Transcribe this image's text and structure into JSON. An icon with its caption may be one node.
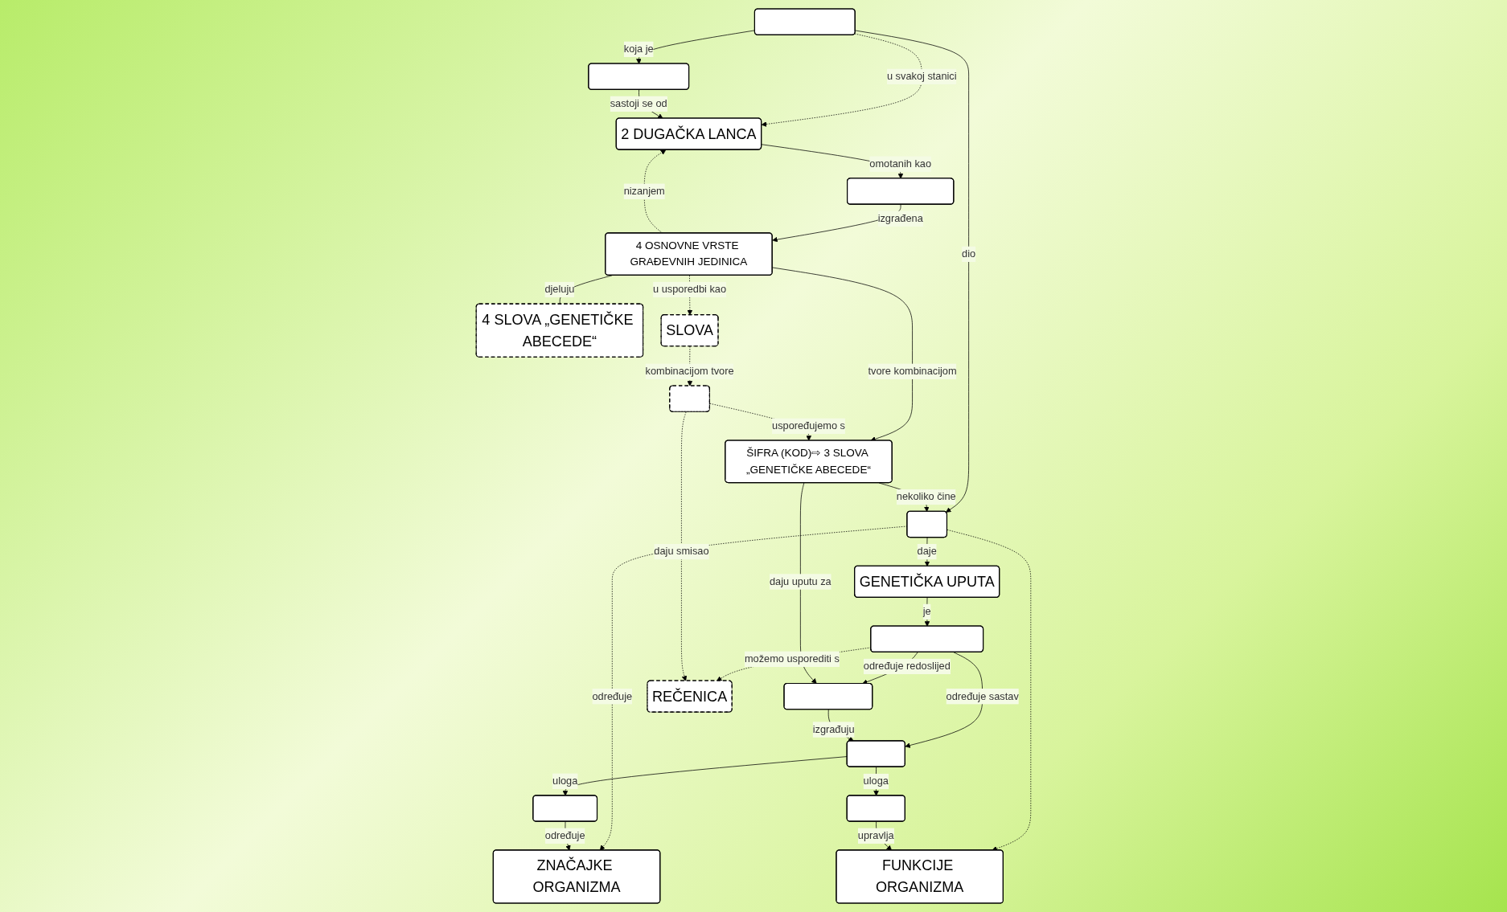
{
  "diagram": {
    "nodes": [
      {
        "text": [],
        "shape": "box"
      },
      {
        "text": [],
        "shape": "box"
      },
      {
        "text": [],
        "shape": "box"
      },
      {
        "text": [],
        "shape": "box"
      },
      {
        "text": [
          "GENETIČKA UPUTA"
        ]
      },
      {
        "text": [
          "2 DUGAČKA LANCA"
        ]
      },
      {
        "text": [],
        "shape": "box"
      },
      {
        "text": [],
        "shape": "box"
      },
      {
        "text": [
          "ŠIFRA (KOD)⇨ 3 SLOVA „GENETIČKE ABECEDE“"
        ]
      },
      {
        "text": [
          "4 OSNOVNE VRSTE GRAĐEVNIH JEDINICA"
        ]
      },
      {
        "text": [],
        "shape": "box"
      },
      {
        "text": [],
        "shape": "box"
      },
      {
        "text": [
          "ZNAČAJKE ORGANIZMA"
        ]
      },
      {
        "text": [],
        "shape": "box"
      },
      {
        "text": [
          "4 SLOVA „GENETIČKE ABECEDE“"
        ]
      },
      {
        "text": [],
        "shape": "box"
      },
      {
        "text": [
          "FUNKCIJE ORGANIZMA"
        ]
      },
      {
        "text": [
          "SLOVA"
        ]
      },
      {
        "text": [
          "REČENICA"
        ]
      }
    ],
    "edges": [
      {
        "from": 0,
        "to": 2,
        "arrow": "to",
        "label": "dio"
      },
      {
        "from": 0,
        "to": 3,
        "arrow": "to",
        "label": "koja je"
      },
      {
        "from": 0,
        "to": 5,
        "arrow": "to",
        "label": "u svakoj stanici",
        "style": "dashed"
      },
      {
        "from": 2,
        "to": 4,
        "arrow": "to",
        "label": "daje"
      },
      {
        "from": 4,
        "to": 1,
        "arrow": "to",
        "label": "je"
      },
      {
        "from": 1,
        "to": 6,
        "arrow": "to",
        "label": "određuje redoslijed"
      },
      {
        "from": 1,
        "to": 11,
        "arrow": "to",
        "label": "određuje sastav"
      },
      {
        "from": 1,
        "to": 18,
        "arrow": "to",
        "label": "možemo usporediti s",
        "style": "dashed"
      },
      {
        "from": 3,
        "to": 5,
        "arrow": "to",
        "label": "sastoji se od"
      },
      {
        "from": 5,
        "to": 7,
        "arrow": "to",
        "label": "omotanih kao"
      },
      {
        "from": 7,
        "to": 9,
        "arrow": "to",
        "label": "izgrađena"
      },
      {
        "from": 9,
        "to": 5,
        "arrow": "to",
        "label": "nizanjem",
        "style": "dashed"
      },
      {
        "from": 9,
        "to": 8,
        "arrow": "to",
        "label": "tvore kombinacijom"
      },
      {
        "from": 8,
        "to": 2,
        "arrow": "to",
        "label": "nekoliko čine"
      },
      {
        "from": 8,
        "to": 6,
        "arrow": "to",
        "label": "daju uputu za"
      },
      {
        "from": 2,
        "to": 12,
        "arrow": "to",
        "label": "određuje",
        "style": "dashed"
      },
      {
        "from": 2,
        "to": 16,
        "arrow": "to",
        "style": "dashed"
      },
      {
        "from": 6,
        "to": 11,
        "arrow": "to",
        "label": "izgrađuju"
      },
      {
        "from": 11,
        "to": 10,
        "arrow": "to",
        "label": "uloga"
      },
      {
        "from": 11,
        "to": 15,
        "arrow": "to",
        "label": "uloga"
      },
      {
        "from": 10,
        "to": 12,
        "arrow": "to",
        "label": "određuje"
      },
      {
        "from": 15,
        "to": 16,
        "arrow": "to",
        "label": "upravlja"
      },
      {
        "from": 9,
        "to": 14,
        "arrow": "none",
        "label": "djeluju"
      },
      {
        "from": 9,
        "to": 17,
        "arrow": "to",
        "label": "u usporedbi kao",
        "style": "dashed"
      },
      {
        "from": 13,
        "to": 8,
        "arrow": "to",
        "label": "uspoređujemo s",
        "style": "dashed"
      },
      {
        "from": 13,
        "to": 18,
        "arrow": "to",
        "label": "daju smisao",
        "style": "dashed"
      },
      {
        "from": 17,
        "to": 13,
        "arrow": "to",
        "label": "kombinacijom tvore",
        "style": "dashed"
      }
    ]
  }
}
